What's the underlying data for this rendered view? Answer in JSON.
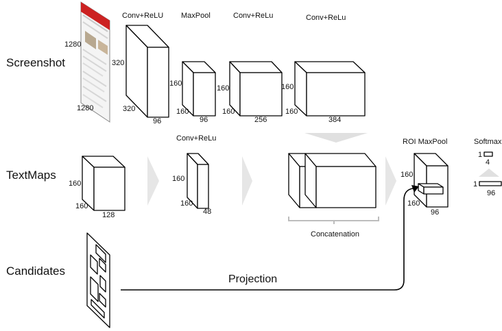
{
  "rows": {
    "screenshot": "Screenshot",
    "textmaps": "TextMaps",
    "candidates": "Candidates"
  },
  "operations": {
    "conv1": "Conv+ReLU",
    "maxpool": "MaxPool",
    "conv2": "Conv+ReLu",
    "conv3": "Conv+ReLu",
    "conv_text": "Conv+ReLu",
    "roi_maxpool": "ROI MaxPool",
    "softmax": "Softmax"
  },
  "dimensions": {
    "screenshot_height": "1280",
    "screenshot_width": "1280",
    "conv1_height": "320",
    "conv1_width": "320",
    "conv1_depth": "96",
    "maxpool_height": "160",
    "maxpool_width": "160",
    "maxpool_depth": "96",
    "conv2_height": "160",
    "conv2_width": "160",
    "conv2_depth": "256",
    "conv3_height": "160",
    "conv3_width": "160",
    "conv3_depth": "384",
    "textmap_height": "160",
    "textmap_width": "160",
    "textmap_depth": "128",
    "convtext_height": "160",
    "convtext_width": "160",
    "convtext_depth": "48",
    "roi_height": "160",
    "roi_width": "160",
    "roi_depth": "96",
    "softmax1_rows": "1",
    "softmax1_size": "4",
    "softmax2_rows": "1",
    "softmax2_size": "96"
  },
  "captions": {
    "concatenation": "Concatenation",
    "projection": "Projection"
  }
}
